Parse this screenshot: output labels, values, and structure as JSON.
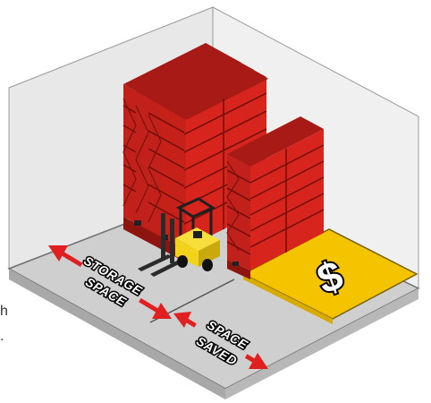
{
  "labels": {
    "storage_line1": "STORAGE",
    "storage_line2": "SPACE",
    "saved_line1": "SPACE",
    "saved_line2": "SAVED",
    "saved_symbol": "$",
    "edge_fragment_1": "h",
    "edge_fragment_2": "."
  },
  "colors": {
    "rack_red": "#d7251e",
    "rack_dark": "#8e1410",
    "floor": "#c9c9c9",
    "saved_yellow": "#f5c400",
    "arrow_red": "#e02020",
    "forklift_yellow": "#f2d21b"
  }
}
